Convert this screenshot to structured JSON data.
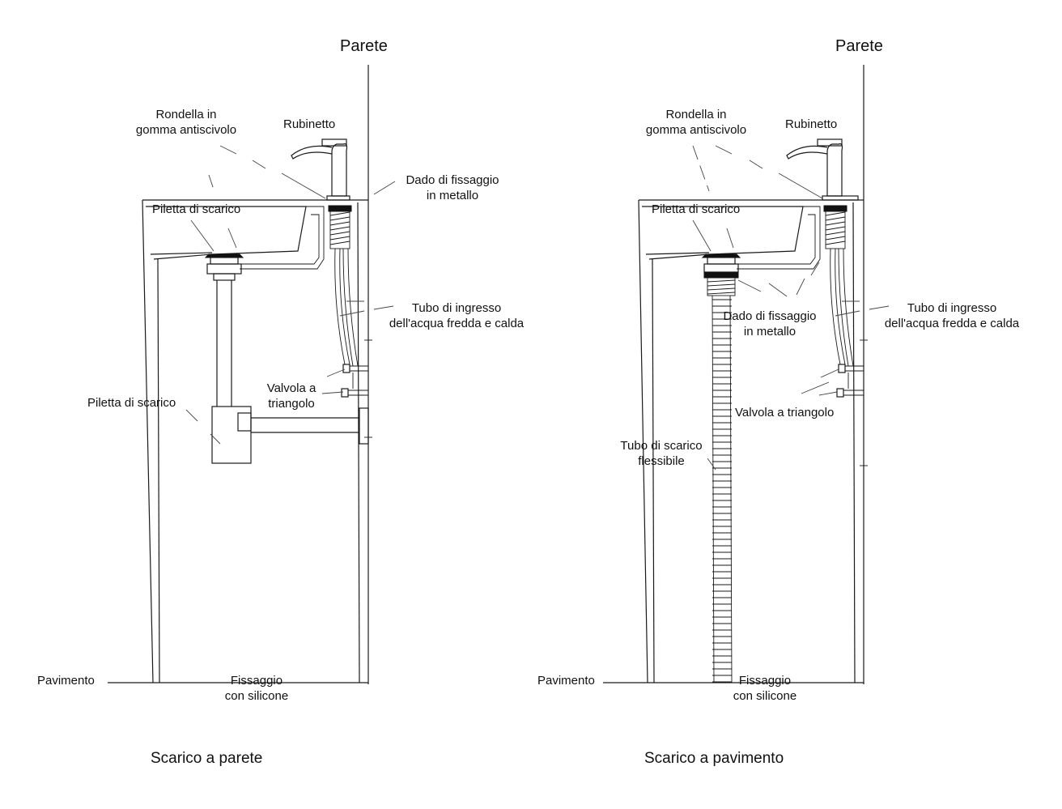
{
  "left": {
    "wall": "Parete",
    "washer": "Rondella in\ngomma antiscivolo",
    "faucet": "Rubinetto",
    "nut": "Dado di fissaggio\nin metallo",
    "drain_top": "Piletta di scarico",
    "inlet": "Tubo di ingresso\ndell'acqua fredda e calda",
    "valve": "Valvola a\ntriangolo",
    "drain_trap": "Piletta di scarico",
    "floor": "Pavimento",
    "silicone": "Fissaggio\ncon silicone",
    "caption": "Scarico a parete"
  },
  "right": {
    "wall": "Parete",
    "washer": "Rondella in\ngomma antiscivolo",
    "faucet": "Rubinetto",
    "drain_top": "Piletta di scarico",
    "nut": "Dado di fissaggio\nin metallo",
    "inlet": "Tubo di ingresso\ndell'acqua fredda e calda",
    "valve": "Valvola a triangolo",
    "hose": "Tubo di scarico\nflessibile",
    "floor": "Pavimento",
    "silicone": "Fissaggio\ncon silicone",
    "caption": "Scarico a pavimento"
  }
}
